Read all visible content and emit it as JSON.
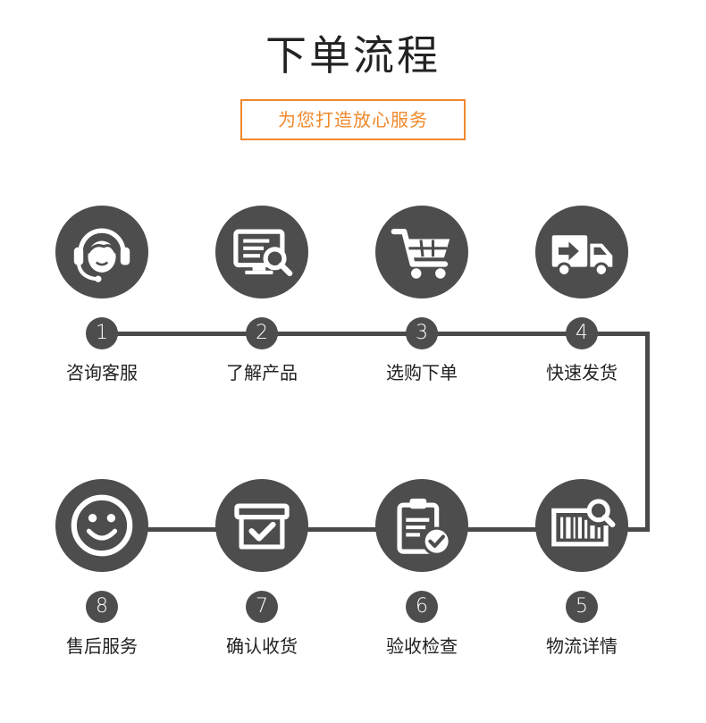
{
  "title": "下单流程",
  "subtitle": "为您打造放心服务",
  "colors": {
    "circle": "#4d4d4d",
    "accent": "#f0882a",
    "line": "#4a4a4a",
    "text": "#222222"
  },
  "steps": [
    {
      "num": "1",
      "label": "咨询客服",
      "icon": "headset-icon"
    },
    {
      "num": "2",
      "label": "了解产品",
      "icon": "monitor-search-icon"
    },
    {
      "num": "3",
      "label": "选购下单",
      "icon": "shopping-cart-icon"
    },
    {
      "num": "4",
      "label": "快速发货",
      "icon": "delivery-truck-icon"
    },
    {
      "num": "5",
      "label": "物流详情",
      "icon": "barcode-search-icon"
    },
    {
      "num": "6",
      "label": "验收检查",
      "icon": "clipboard-check-icon"
    },
    {
      "num": "7",
      "label": "确认收货",
      "icon": "box-check-icon"
    },
    {
      "num": "8",
      "label": "售后服务",
      "icon": "smiley-face-icon"
    }
  ]
}
